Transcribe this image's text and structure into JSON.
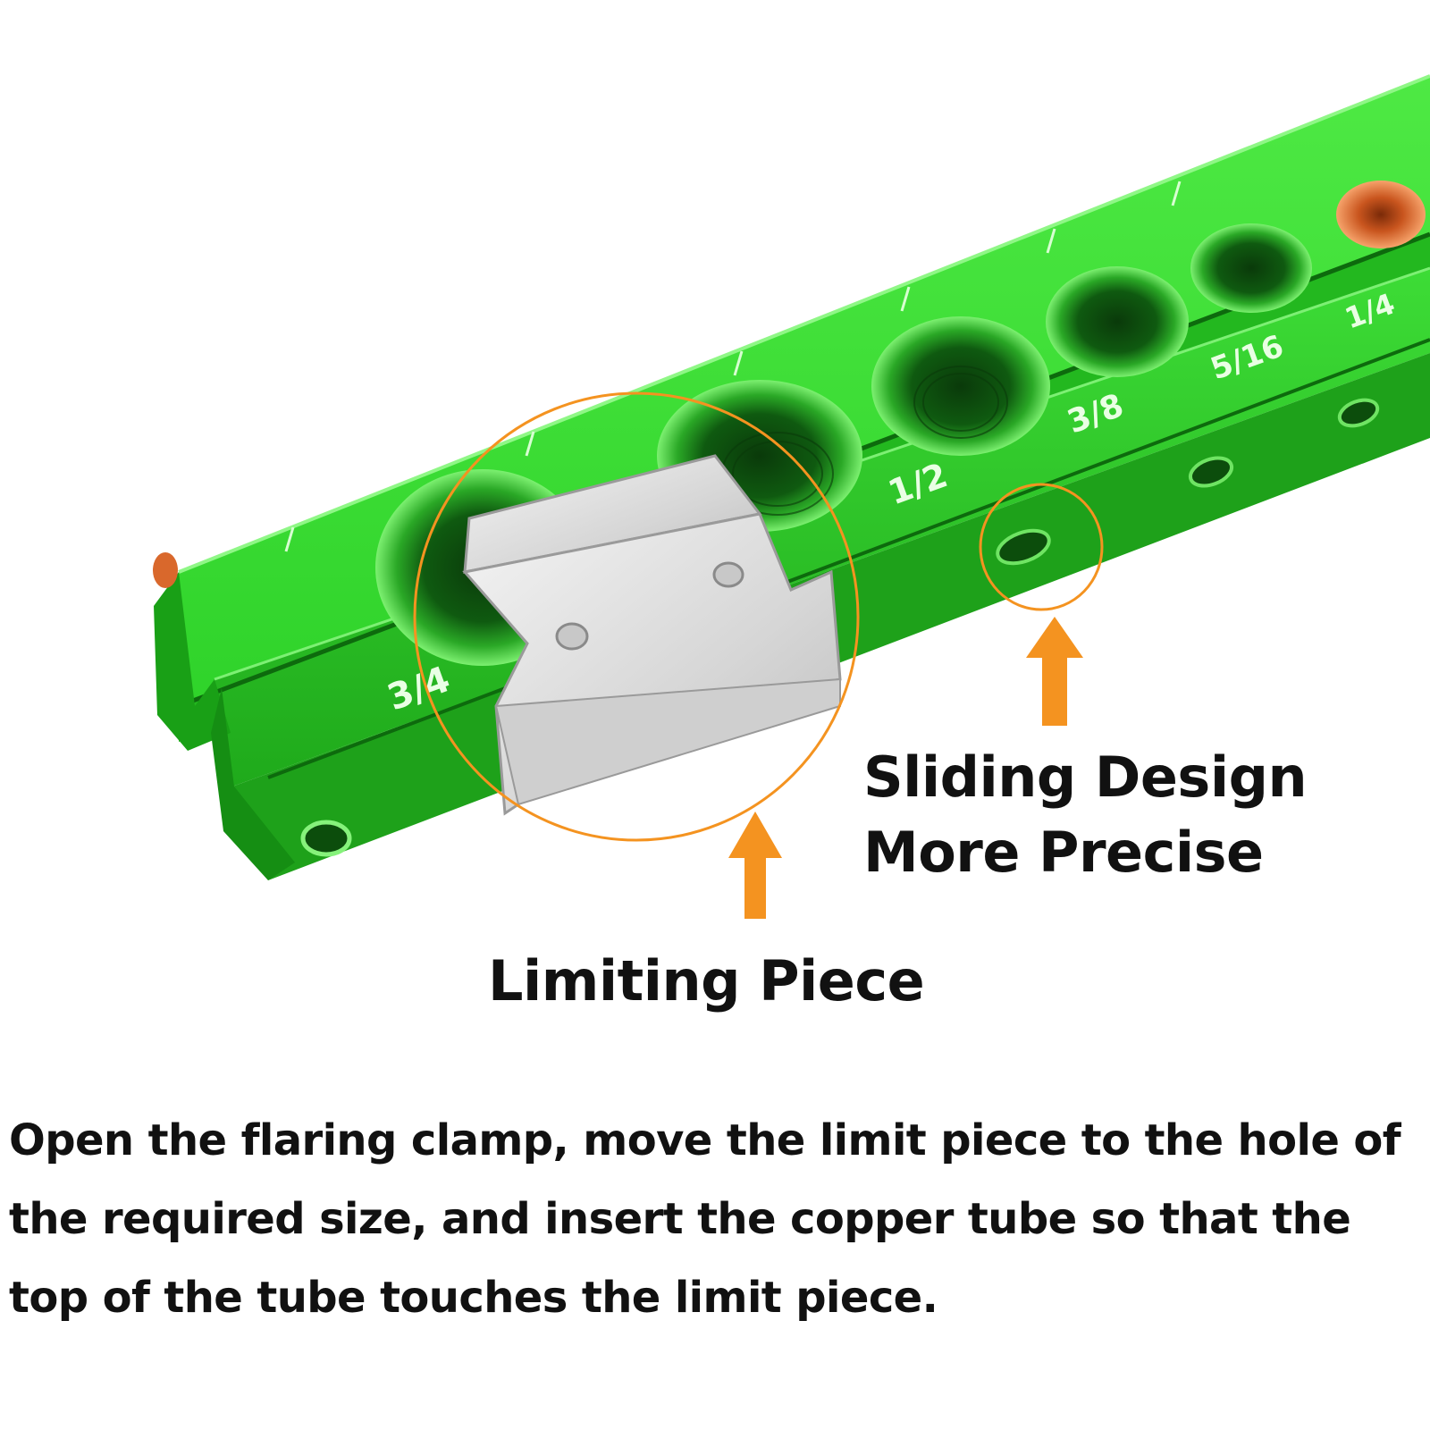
{
  "colors": {
    "tool_green": "#2fd32a",
    "tool_green_dark": "#14a012",
    "tool_green_light": "#6ff063",
    "accent_orange": "#f49320",
    "copper": "#e0743a",
    "steel": "#dcdcdc",
    "text": "#111111"
  },
  "tool": {
    "hole_labels": [
      "3/4",
      "1/2",
      "3/8",
      "5/16",
      "1/4"
    ]
  },
  "callouts": {
    "sliding_line1": "Sliding Design",
    "sliding_line2": "More Precise",
    "limiting": "Limiting Piece"
  },
  "instruction": "Open the flaring clamp, move the limit piece to the hole of the required size, and insert the copper tube so that the top of the tube touches the limit piece."
}
